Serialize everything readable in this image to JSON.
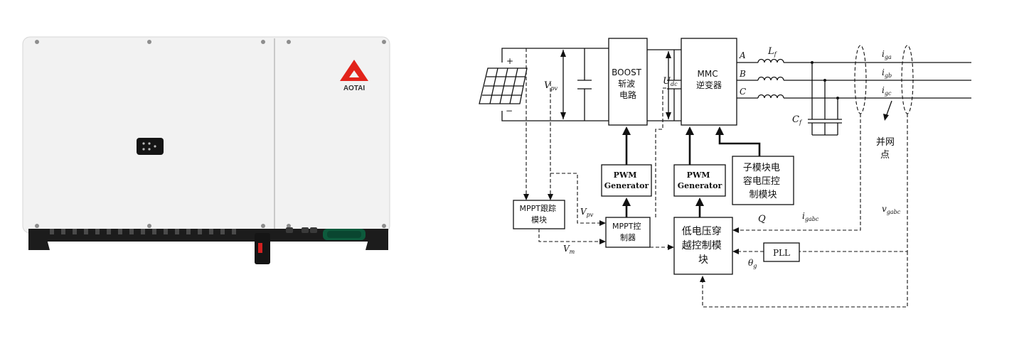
{
  "product": {
    "brand": "AOTAI",
    "colors": {
      "logo_red": "#e2231a",
      "body": "#f2f2f2",
      "base": "#1c1c1c",
      "panel": "#111111",
      "fan": "#0d5a3c"
    },
    "icons": [
      "aotai-logo-icon",
      "led-display-icon",
      "dc-switch-icon",
      "cooling-fan-icon"
    ]
  },
  "diagram": {
    "blocks": {
      "boost": [
        "BOOST",
        "斩波",
        "电路"
      ],
      "mmc": [
        "MMC",
        "逆变器"
      ],
      "pwm1": [
        "PWM",
        "Generator"
      ],
      "pwm2": [
        "PWM",
        "Generator"
      ],
      "submodule": [
        "子模块电",
        "容电压控",
        "制模块"
      ],
      "mppt_track": [
        "MPPT跟踪",
        "模块"
      ],
      "mppt_ctrl": [
        "MPPT控",
        "制器"
      ],
      "lvrt": [
        "低电压穿",
        "越控制模",
        "块"
      ],
      "pll": "PLL"
    },
    "labels": {
      "plus": "+",
      "minus": "−",
      "vpv": "V",
      "vpv_sub": "pv",
      "udc": "U",
      "udc_sub": "dc",
      "phase_a": "A",
      "phase_b": "B",
      "phase_c": "C",
      "lf": "L",
      "lf_sub": "f",
      "cf": "C",
      "cf_sub": "f",
      "iga": "i",
      "iga_sub": "ga",
      "igb": "i",
      "igb_sub": "gb",
      "igc": "i",
      "igc_sub": "gc",
      "pcc": [
        "并网",
        "点"
      ],
      "vgabc": "v",
      "vgabc_sub": "gabc",
      "igabc": "i",
      "igabc_sub": "gabc",
      "q": "Q",
      "vpv2": "V",
      "vpv2_sub": "pv",
      "vm": "V",
      "vm_sub": "m",
      "theta": "θ",
      "theta_sub": "g"
    }
  }
}
